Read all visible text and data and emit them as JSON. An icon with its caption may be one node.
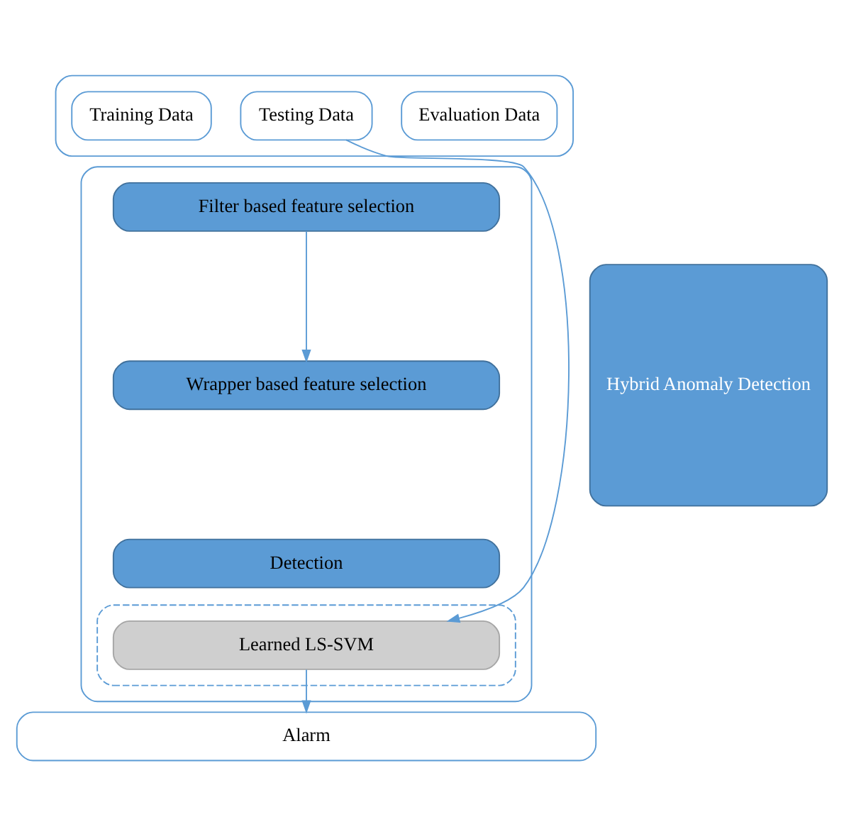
{
  "diagram": {
    "nodes": [
      {
        "text": [],
        "shape": "box"
      },
      {
        "text": [
          "Training Data"
        ],
        "in": 0
      },
      {
        "text": [
          "Testing Data"
        ],
        "in": 0
      },
      {
        "text": [
          "Evaluation Data"
        ],
        "in": 0
      },
      {
        "text": [],
        "shape": "box"
      },
      {
        "text": [
          "Filter based feature selection"
        ],
        "in": 4
      },
      {
        "text": [
          "Wrapper based feature selection"
        ],
        "in": 4
      },
      {
        "text": [],
        "shape": "box",
        "in": 4
      },
      {
        "text": [
          "Detection"
        ],
        "in": 4
      },
      {
        "text": [
          "Learned LS-SVM"
        ],
        "in": 7
      },
      {
        "text": [
          "Hybrid Anomaly Detection"
        ]
      },
      {
        "text": [
          "Alarm"
        ]
      }
    ],
    "edges": [
      {
        "from": 5,
        "to": 6,
        "arrow": "to"
      },
      {
        "from": 2,
        "to": 9,
        "arrow": "to"
      },
      {
        "from": 9,
        "to": 11,
        "arrow": "to"
      }
    ]
  }
}
